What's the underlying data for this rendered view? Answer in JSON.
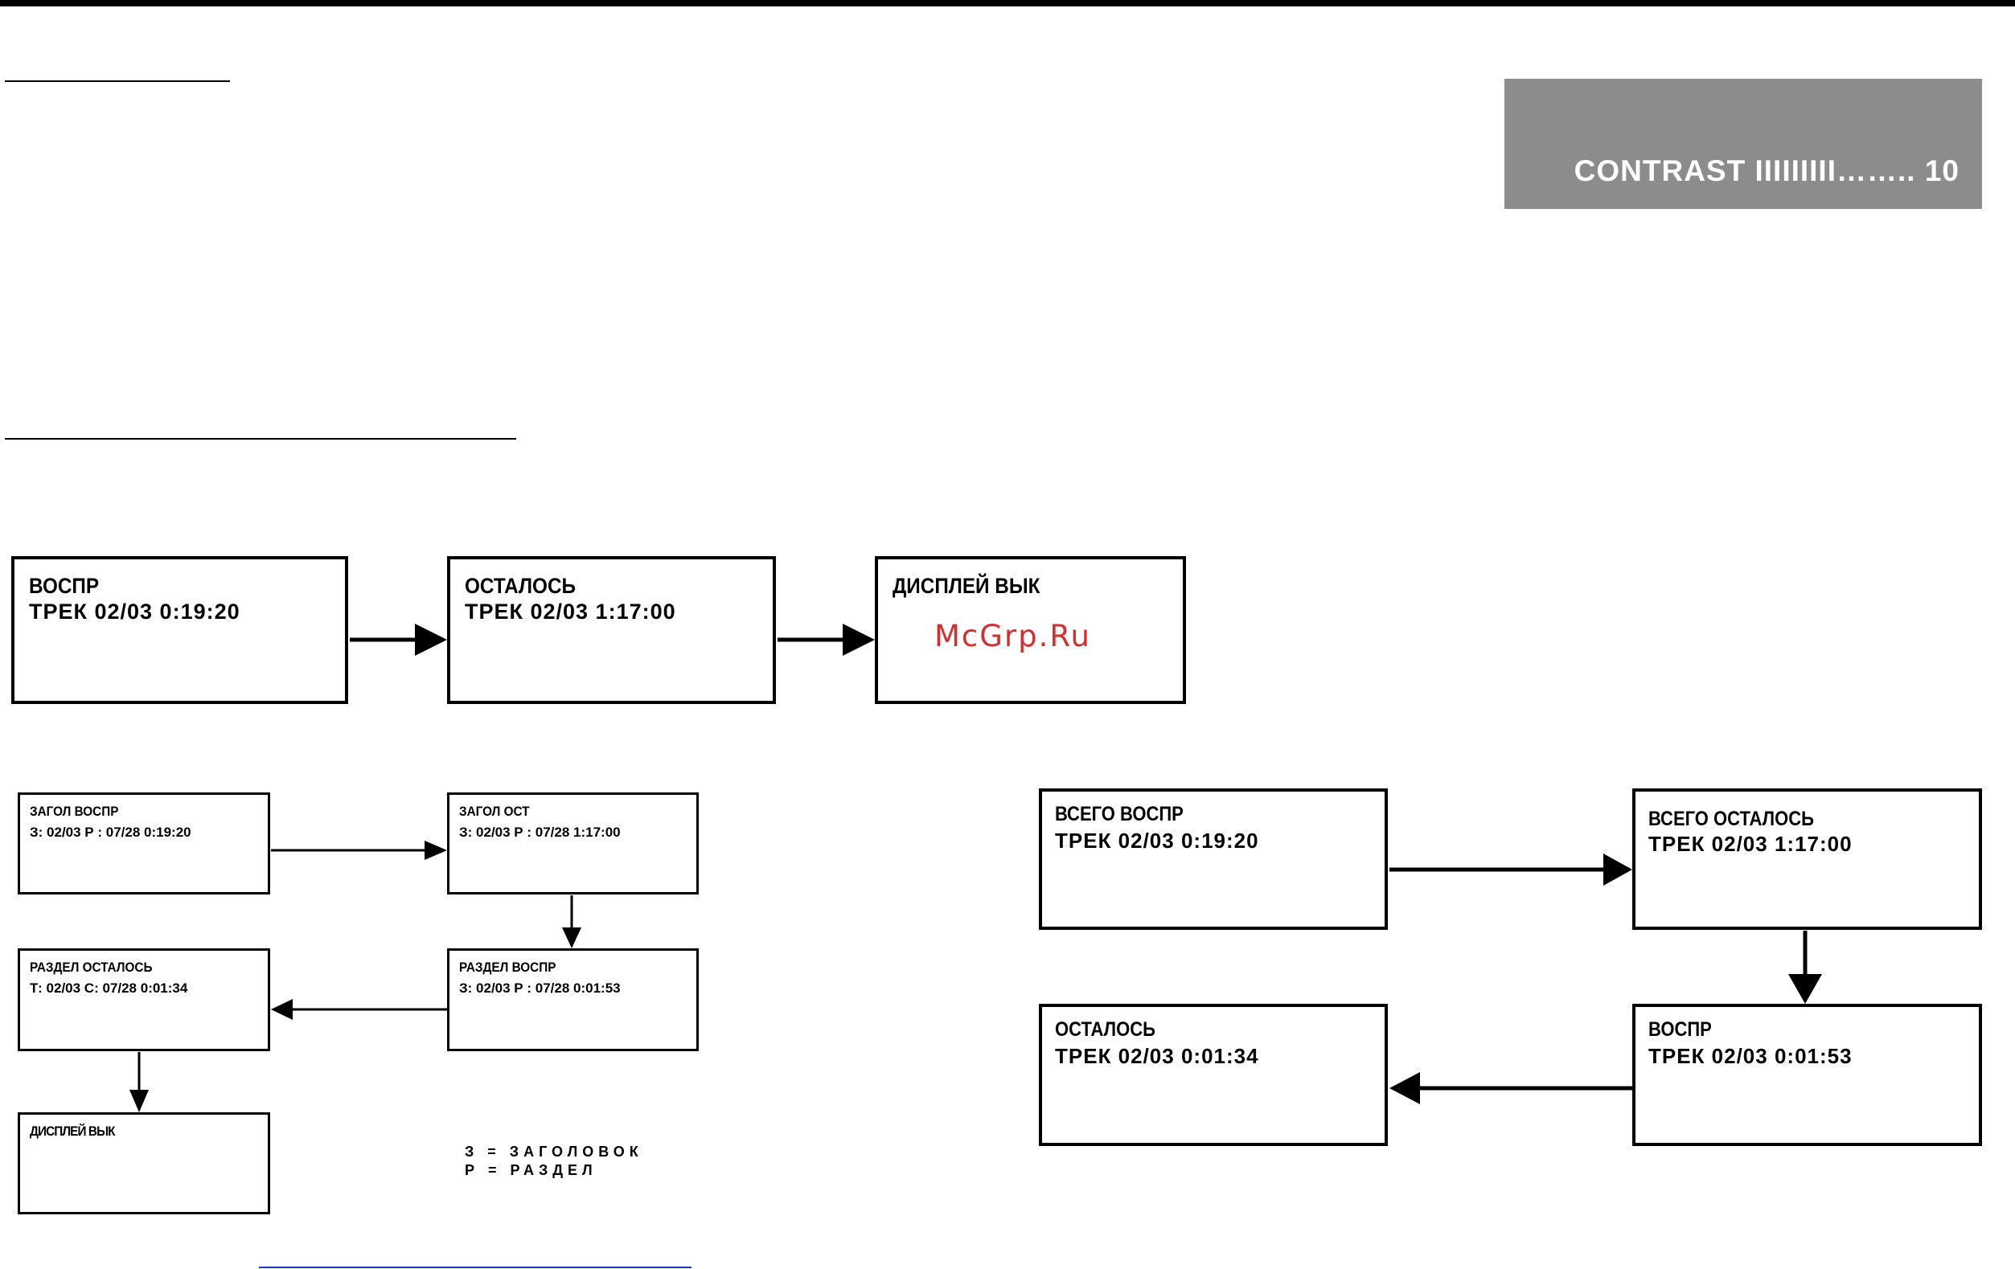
{
  "contrast_label": "CONTRAST IIIIIIIII…….. 10",
  "watermark": "McGrp.Ru",
  "row1": [
    {
      "line1": "ВОСПР",
      "line2": "ТРЕК 02/03   0:19:20"
    },
    {
      "line1": "ОСТАЛОСЬ",
      "line2": "ТРЕК 02/03  1:17:00"
    },
    {
      "line1": "ДИСПЛЕЙ ВЫК",
      "line2": ""
    }
  ],
  "dvd": {
    "title_play": {
      "line1": "ЗАГОЛ ВОСПР",
      "line2": "З: 02/03   Р   : 07/28     0:19:20"
    },
    "title_remain": {
      "line1": "ЗАГОЛ ОСТ",
      "line2": "З: 02/03   Р   : 07/28     1:17:00"
    },
    "chapter_play": {
      "line1": "РАЗДЕЛ ВОСПР",
      "line2": "З: 02/03   Р   : 07/28     0:01:53"
    },
    "chapter_remain": {
      "line1": "РАЗДЕЛ ОСТАЛОСЬ",
      "line2": "Т: 02/03   С: 07/28     0:01:34"
    },
    "display_off": {
      "line1": "ДИСПЛЕЙ ВЫК",
      "line2": ""
    },
    "legend_title": "З = ЗАГОЛОВОК",
    "legend_chapter": "Р = РАЗДЕЛ"
  },
  "cd": {
    "total_play": {
      "line1": "ВСЕГО ВОСПР",
      "line2": "ТРЕК 02/03   0:19:20"
    },
    "total_remain": {
      "line1": "ВСЕГО ОСТАЛОСЬ",
      "line2": "ТРЕК 02/03  1:17:00"
    },
    "track_play": {
      "line1": "ВОСПР",
      "line2": "ТРЕК 02/03  0:01:53"
    },
    "track_remain": {
      "line1": "ОСТАЛОСЬ",
      "line2": "ТРЕК 02/03   0:01:34"
    }
  }
}
